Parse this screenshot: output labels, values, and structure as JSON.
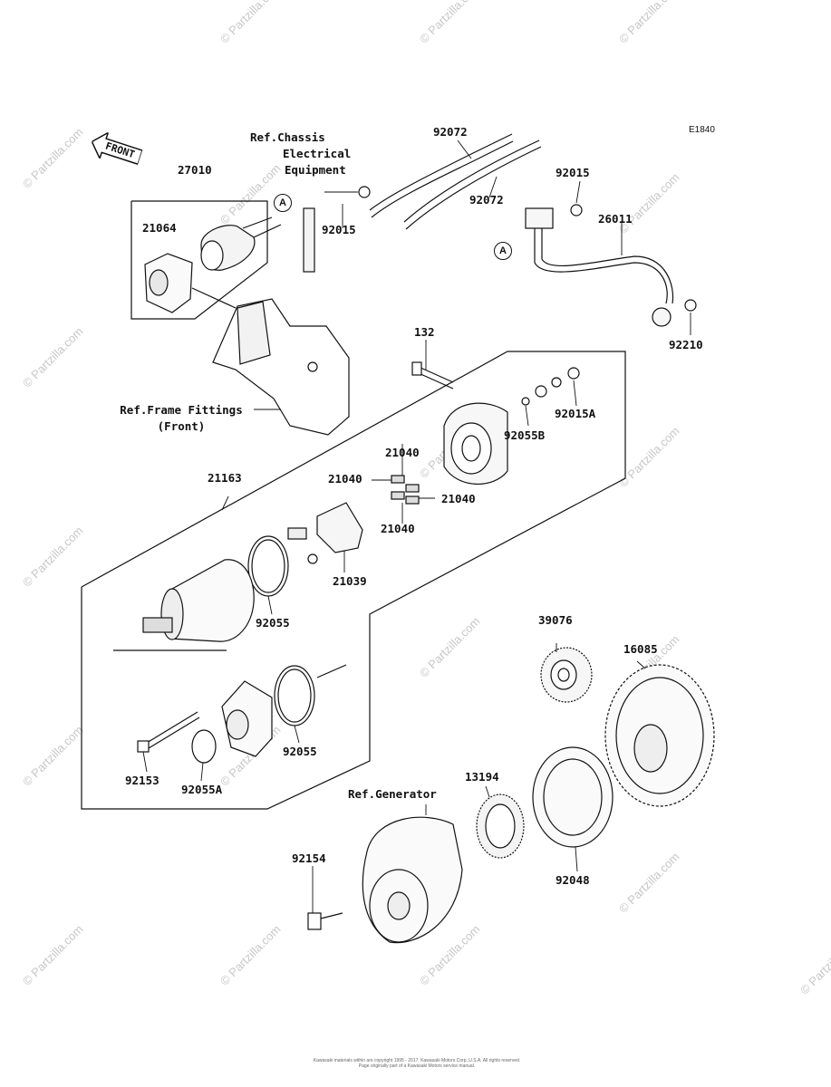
{
  "diagram_code": "E1840",
  "front_label": "FRONT",
  "parts": {
    "p27010": "27010",
    "p21064": "21064",
    "p92015_a": "92015",
    "p92072_a": "92072",
    "p92072_b": "92072",
    "p92015_b": "92015",
    "p26011": "26011",
    "p92210": "92210",
    "p132": "132",
    "p92015A": "92015A",
    "p92055B": "92055B",
    "p21040_a": "21040",
    "p21040_b": "21040",
    "p21040_c": "21040",
    "p21040_d": "21040",
    "p21163": "21163",
    "p21039": "21039",
    "p92055_a": "92055",
    "p92055_b": "92055",
    "p92153": "92153",
    "p92055A": "92055A",
    "p39076": "39076",
    "p16085": "16085",
    "p13194": "13194",
    "p92154": "92154",
    "p92048": "92048"
  },
  "refs": {
    "chassis_line1": "Ref.Chassis",
    "chassis_line2": "Electrical",
    "chassis_line3": "Equipment",
    "frame_line1": "Ref.Frame Fittings",
    "frame_line2": "(Front)",
    "generator": "Ref.Generator"
  },
  "markers": {
    "a1": "A",
    "a2": "A"
  },
  "watermark": "© Partzilla.com",
  "copyright_line1": "Kawasaki materials within are copyright 1995 - 2017. Kawasaki Motors Corp.,U.S.A. All rights reserved.",
  "copyright_line2": "Page originally part of a Kawasaki Motors service manual."
}
